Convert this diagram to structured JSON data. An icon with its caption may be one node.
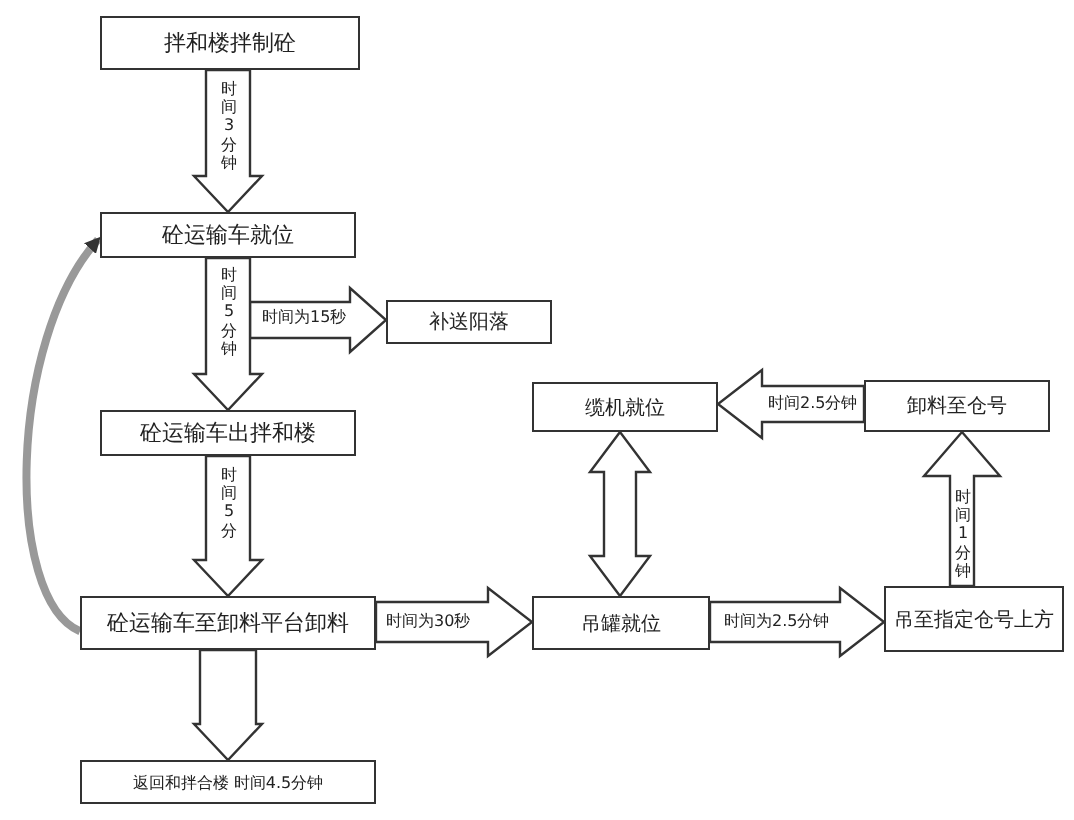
{
  "diagram": {
    "nodes": [
      {
        "text": [
          "拌和楼拌制砼"
        ]
      },
      {
        "text": [
          "砼运输车就位"
        ]
      },
      {
        "text": [
          "补送阳落"
        ]
      },
      {
        "text": [
          "缆机就位"
        ]
      },
      {
        "text": [
          "卸料至仓号"
        ]
      },
      {
        "text": [
          "砼运输车出拌和楼"
        ]
      },
      {
        "text": [
          "砼运输车至卸料平台卸料"
        ]
      },
      {
        "text": [
          "吊罐就位"
        ]
      },
      {
        "text": [
          "吊至指定仓号上方"
        ]
      },
      {
        "text": [
          "返回和拌合楼 时间4.5分钟"
        ]
      }
    ],
    "edges": [
      {
        "from": 0,
        "to": 1,
        "arrow": "to",
        "label": "时间3分钟"
      },
      {
        "from": 1,
        "to": 2,
        "arrow": "to",
        "label": "时间为15秒"
      },
      {
        "from": 1,
        "to": 5,
        "arrow": "to",
        "label": "时间5分钟"
      },
      {
        "from": 5,
        "to": 6,
        "arrow": "to",
        "label": "时间5分"
      },
      {
        "from": 6,
        "to": 9,
        "arrow": "to"
      },
      {
        "from": 6,
        "to": 7,
        "arrow": "to",
        "label": "时间为30秒"
      },
      {
        "from": 7,
        "to": 8,
        "arrow": "to",
        "label": "时间为2.5分钟"
      },
      {
        "from": 8,
        "to": 4,
        "arrow": "to",
        "label": "时间1分钟"
      },
      {
        "from": 4,
        "to": 3,
        "arrow": "to",
        "label": "时间2.5分钟"
      },
      {
        "from": 3,
        "to": 7,
        "arrow": "both"
      },
      {
        "from": 6,
        "to": 1,
        "arrow": "to"
      }
    ]
  }
}
